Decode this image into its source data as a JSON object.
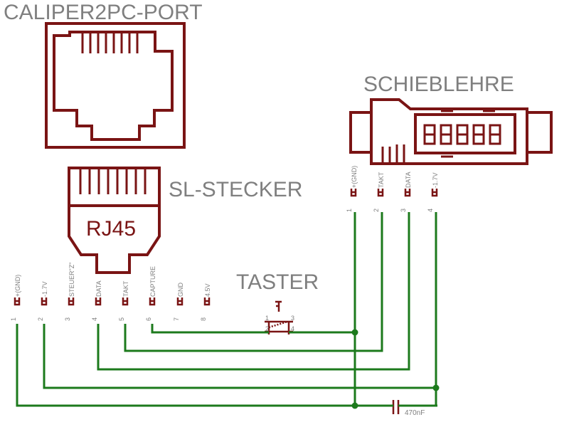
{
  "titles": {
    "port": "CALIPER2PC-PORT",
    "caliper": "SCHIEBLEHRE",
    "plug": "SL-STECKER",
    "button": "TASTER",
    "rj45": "RJ45"
  },
  "left_header": {
    "pins": [
      {
        "num": "1",
        "name": "+(GND)"
      },
      {
        "num": "2",
        "name": "-1.7V"
      },
      {
        "num": "3",
        "name": "STEUER\"Z\""
      },
      {
        "num": "4",
        "name": "DATA"
      },
      {
        "num": "5",
        "name": "TAKT"
      },
      {
        "num": "6",
        "name": "CAPTURE"
      },
      {
        "num": "7",
        "name": "GND"
      },
      {
        "num": "8",
        "name": "4.5V"
      }
    ]
  },
  "right_header": {
    "pins": [
      {
        "num": "1",
        "name": "+(GND)"
      },
      {
        "num": "2",
        "name": "TAKT"
      },
      {
        "num": "3",
        "name": "DATA"
      },
      {
        "num": "4",
        "name": "-1.7V"
      }
    ]
  },
  "switch_pins": [
    "1",
    "2",
    "3",
    "4"
  ],
  "capacitor": {
    "value": "470nF"
  },
  "colors": {
    "component": "#7a1414",
    "wire": "#1c7a1c",
    "label": "#7f7f7f"
  }
}
